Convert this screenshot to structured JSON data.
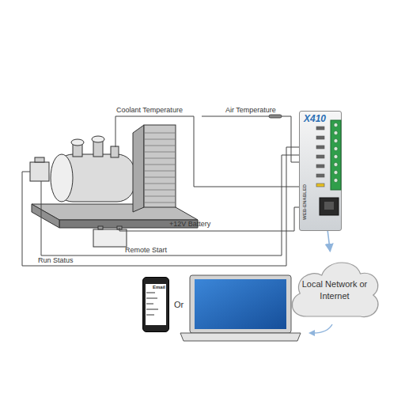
{
  "diagram": {
    "nodes": [
      {
        "text": [
          "X410",
          "WEB-ENABLED"
        ]
      },
      {
        "text": [
          "Local Network or Internet"
        ]
      },
      {
        "text": [
          "Email"
        ]
      }
    ],
    "edges": [
      {
        "from": 0,
        "to": 1,
        "arrow": "to"
      }
    ],
    "labels": [
      "Coolant Temperature",
      "Air Temperature",
      "+12V Battery",
      "Remote Start",
      "Run Status",
      "Or"
    ]
  }
}
